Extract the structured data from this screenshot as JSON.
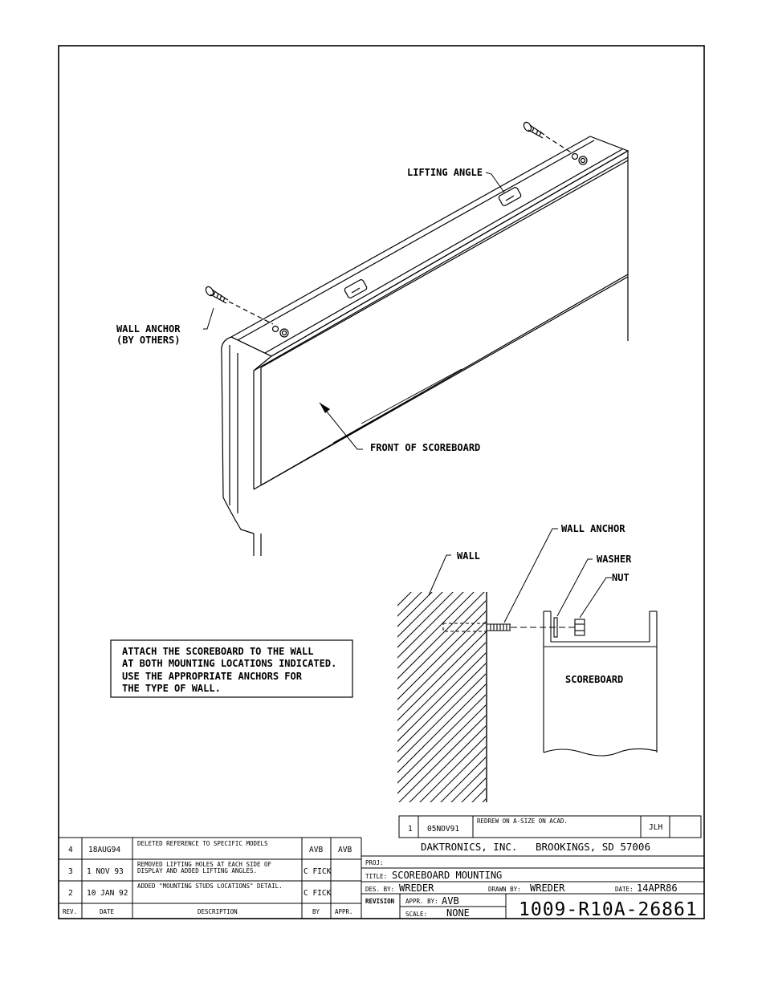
{
  "labels": {
    "lifting_angle": "LIFTING ANGLE",
    "wall_anchor_top_1": "WALL ANCHOR",
    "wall_anchor_top_2": "(BY OTHERS)",
    "front_of_scoreboard": "FRONT OF SCOREBOARD",
    "wall_anchor_detail": "WALL ANCHOR",
    "wall": "WALL",
    "washer": "WASHER",
    "nut": "NUT",
    "scoreboard": "SCOREBOARD"
  },
  "note_lines": [
    "ATTACH THE SCOREBOARD TO THE WALL",
    "AT BOTH MOUNTING LOCATIONS INDICATED.",
    "USE THE APPROPRIATE ANCHORS FOR",
    "THE TYPE OF WALL."
  ],
  "revisions": [
    {
      "rev": "4",
      "date": "18AUG94",
      "desc": [
        "DELETED REFERENCE TO SPECIFIC MODELS"
      ],
      "by": "AVB",
      "appr": "AVB"
    },
    {
      "rev": "3",
      "date": "1 NOV 93",
      "desc": [
        "REMOVED LIFTING HOLES AT EACH SIDE OF",
        "DISPLAY AND ADDED LIFTING ANGLES."
      ],
      "by": "C FICK",
      "appr": ""
    },
    {
      "rev": "2",
      "date": "10 JAN 92",
      "desc": [
        "ADDED \"MOUNTING STUDS LOCATIONS\" DETAIL."
      ],
      "by": "C FICK",
      "appr": ""
    }
  ],
  "revision_1": {
    "rev": "1",
    "date": "05NOV91",
    "desc": "REDREW ON A-SIZE ON ACAD.",
    "by": "JLH"
  },
  "revision_headers": {
    "rev": "REV.",
    "date": "DATE",
    "desc": "DESCRIPTION",
    "by": "BY",
    "appr": "APPR."
  },
  "title_block": {
    "company": "DAKTRONICS, INC.   BROOKINGS, SD 57006",
    "proj_label": "PROJ:",
    "title_label": "TITLE:",
    "title": "SCOREBOARD MOUNTING",
    "des_by_label": "DES. BY:",
    "des_by": "WREDER",
    "drawn_by_label": "DRAWN BY:",
    "drawn_by": "WREDER",
    "date_label": "DATE:",
    "date": "14APR86",
    "revision_label": "REVISION",
    "appr_by_label": "APPR. BY:",
    "appr_by": "AVB",
    "scale_label": "SCALE:",
    "scale": "NONE",
    "drawing_number": "1009-R10A-26861"
  }
}
